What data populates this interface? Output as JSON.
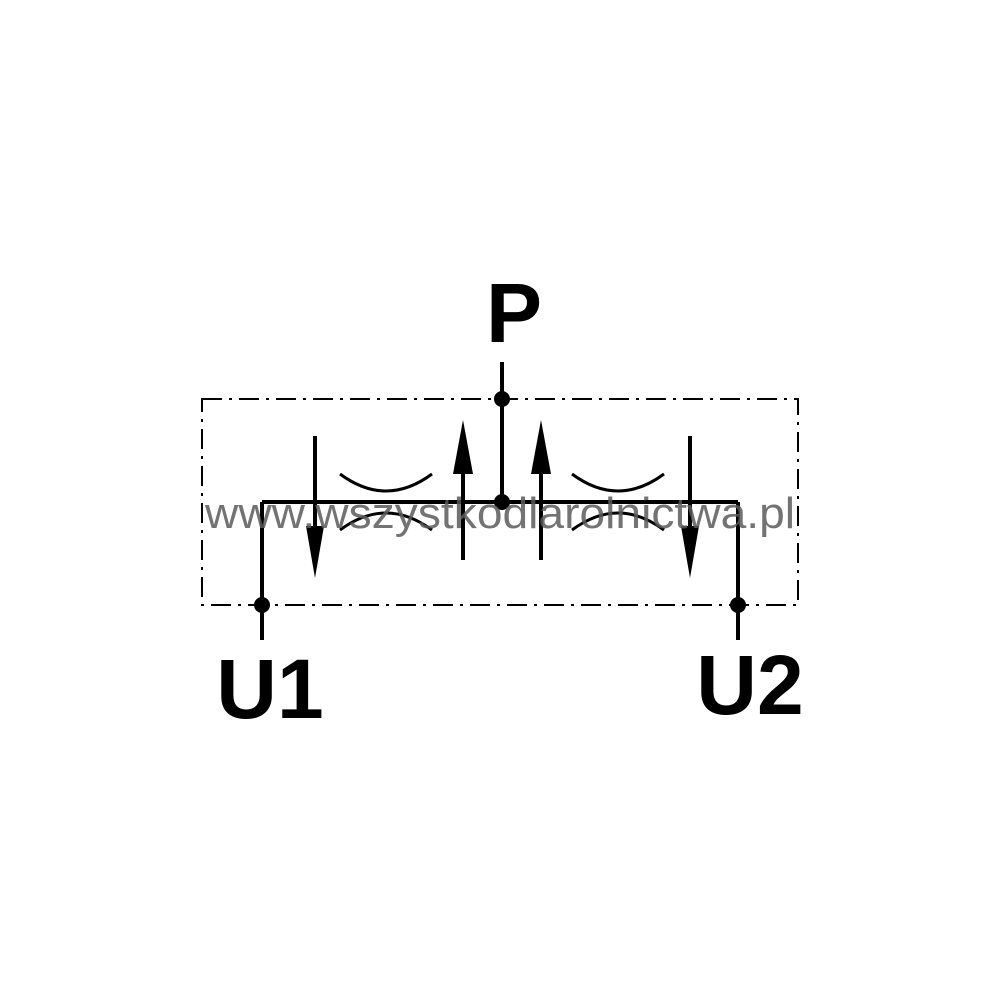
{
  "diagram": {
    "ports": {
      "p": "P",
      "u1": "U1",
      "u2": "U2"
    },
    "watermark": "www.wszystkodlarolnictwa.pl",
    "colors": {
      "line": "#000000",
      "background": "#ffffff",
      "watermark": "#5a5a5a"
    }
  }
}
